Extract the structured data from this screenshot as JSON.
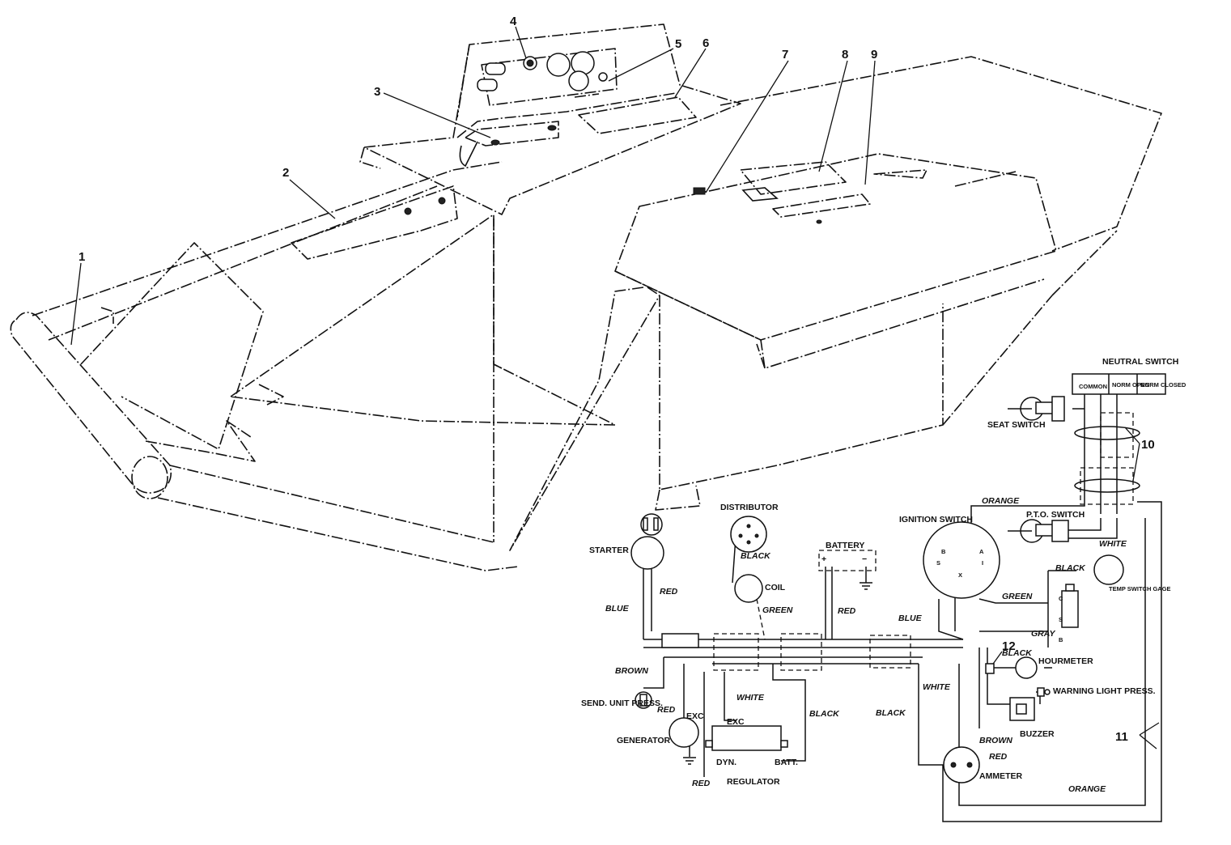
{
  "callouts": [
    "1",
    "2",
    "3",
    "4",
    "5",
    "6",
    "7",
    "8",
    "9",
    "10",
    "11",
    "12"
  ],
  "components": {
    "neutral_switch": "NEUTRAL SWITCH",
    "neutral_common": "COMMON",
    "neutral_open": "NORM OPEN",
    "neutral_closed": "NORM CLOSED",
    "seat_switch": "SEAT SWITCH",
    "pto_switch": "P.T.O. SWITCH",
    "ignition_switch": "IGNITION SWITCH",
    "distributor": "DISTRIBUTOR",
    "coil": "COIL",
    "battery": "BATTERY",
    "starter": "STARTER",
    "temp_gage": "TEMP SWITCH GAGE",
    "hourmeter": "HOURMETER",
    "warning_light": "WARNING LIGHT PRESS.",
    "buzzer": "BUZZER",
    "ammeter": "AMMETER",
    "send_unit": "SEND. UNIT PRESS.",
    "generator": "GENERATOR",
    "regulator": "REGULATOR",
    "exc": "EXC",
    "dyn": "DYN.",
    "batt": "BATT."
  },
  "terminals": {
    "b": "B",
    "a": "A",
    "s": "S",
    "i": "I",
    "x": "X",
    "c": "C",
    "plus": "+",
    "minus": "−"
  },
  "wires": {
    "orange": "ORANGE",
    "white": "WHITE",
    "black": "BLACK",
    "green": "GREEN",
    "red": "RED",
    "blue": "BLUE",
    "gray": "GRAY",
    "brown": "BROWN"
  }
}
